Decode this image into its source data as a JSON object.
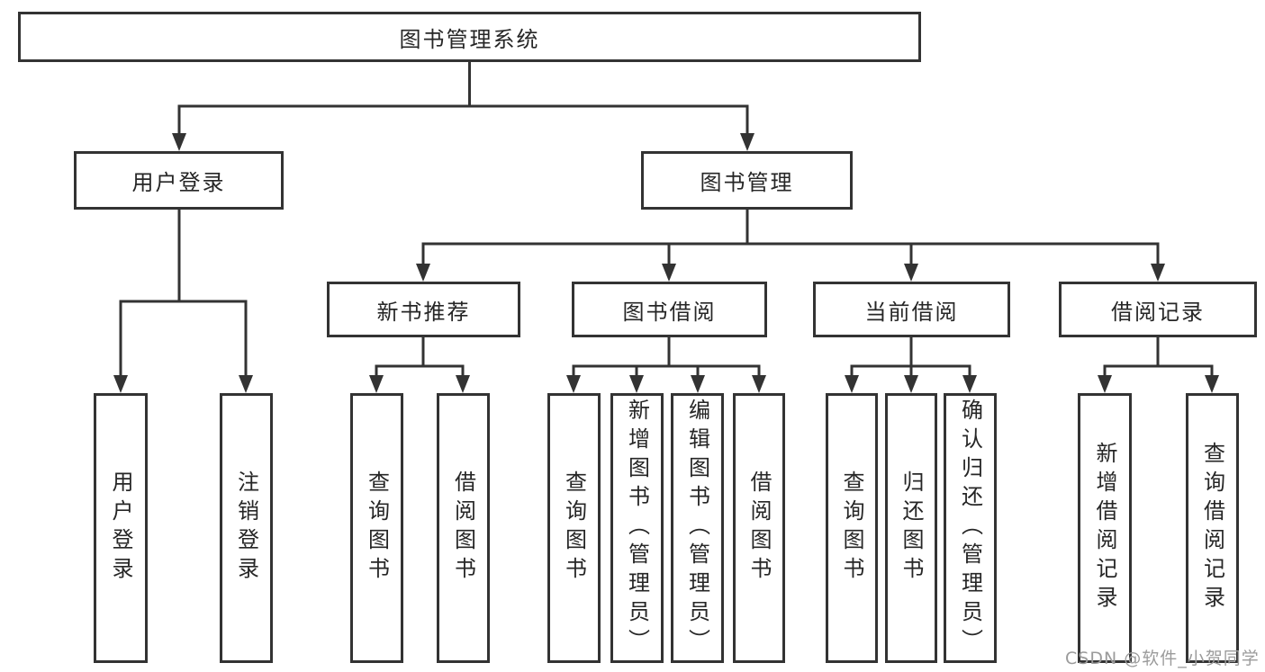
{
  "colors": {
    "line": "#333333",
    "box_border": "#333333",
    "text": "#262626",
    "background": "#ffffff",
    "watermark": "#9b9b9b"
  },
  "watermark": "CSDN @软件_小贺同学",
  "diagram": {
    "root": {
      "label": "图书管理系统"
    },
    "branches": [
      {
        "label": "用户登录",
        "children": [
          {
            "label": "用户登录"
          },
          {
            "label": "注销登录"
          }
        ]
      },
      {
        "label": "图书管理",
        "groups": [
          {
            "label": "新书推荐",
            "children": [
              {
                "label": "查询图书"
              },
              {
                "label": "借阅图书"
              }
            ]
          },
          {
            "label": "图书借阅",
            "children": [
              {
                "label": "查询图书"
              },
              {
                "label": "新增图书（管理员）"
              },
              {
                "label": "编辑图书（管理员）"
              },
              {
                "label": "借阅图书"
              }
            ]
          },
          {
            "label": "当前借阅",
            "children": [
              {
                "label": "查询图书"
              },
              {
                "label": "归还图书"
              },
              {
                "label": "确认归还（管理员）"
              }
            ]
          },
          {
            "label": "借阅记录",
            "children": [
              {
                "label": "新增借阅记录"
              },
              {
                "label": "查询借阅记录"
              }
            ]
          }
        ]
      }
    ]
  }
}
